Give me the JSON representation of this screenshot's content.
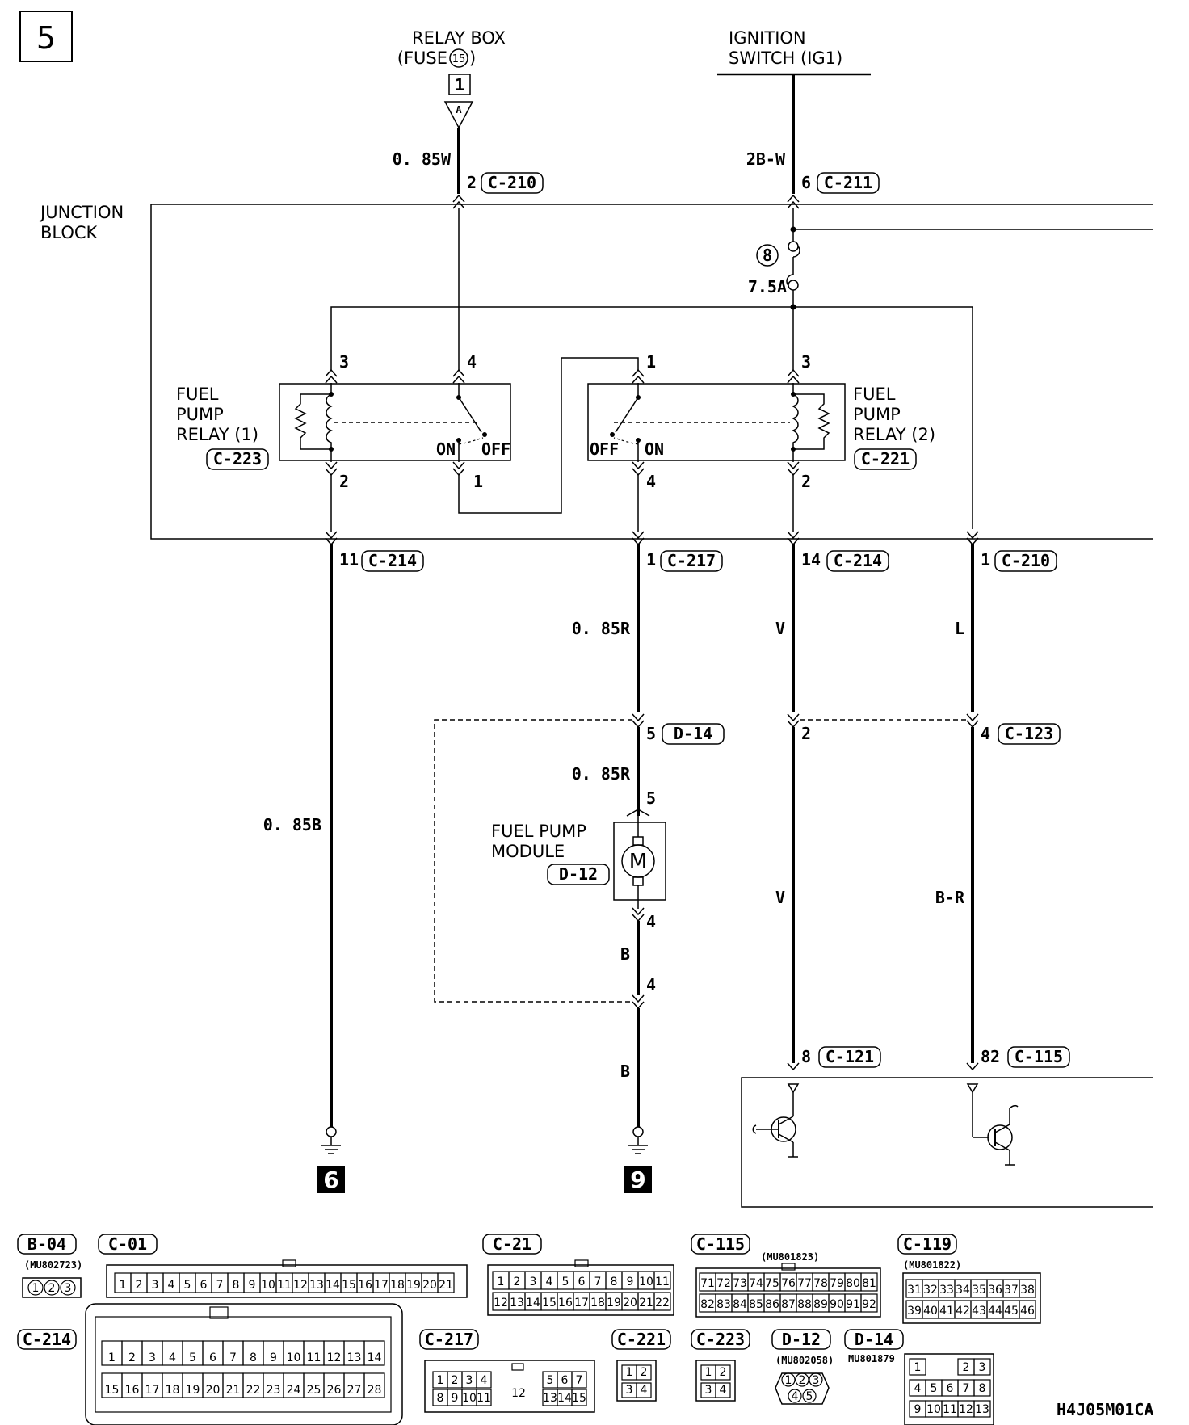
{
  "page_number": "5",
  "relay_box": {
    "line1": "RELAY BOX",
    "line2_prefix": "(FUSE ",
    "fuse_no": "15",
    "line2_suffix": ")",
    "pin": "1",
    "connector_letter": "A"
  },
  "ignition": {
    "line1": "IGNITION",
    "line2": "SWITCH (IG1)"
  },
  "junction_block": {
    "line1": "JUNCTION",
    "line2": "BLOCK"
  },
  "fuse": {
    "number": "8",
    "rating": "7.5A"
  },
  "wires": {
    "w1": "0. 85W",
    "w2": "2B-W",
    "w3": "0. 85R",
    "w4": "V",
    "w5": "L",
    "w6": "0. 85R",
    "w7": "0. 85B",
    "w8": "V",
    "w9": "B-R",
    "w10": "B",
    "w11": "B"
  },
  "pins": {
    "p_c210_top": "2",
    "p_c211": "6",
    "r1_coil_top": "3",
    "r1_sw_top": "4",
    "r1_coil_bot": "2",
    "r1_sw_bot": "1",
    "r2_sw_top": "1",
    "r2_coil_top": "3",
    "r2_sw_bot": "4",
    "r2_coil_bot": "2",
    "p_c214_a": "11",
    "p_c217": "1",
    "p_c214_b": "14",
    "p_c210_b": "1",
    "p_d14": "5",
    "p_c123_v": "2",
    "p_c123": "4",
    "pump_top": "5",
    "pump_bot": "4",
    "pump_conn_bot": "4",
    "p_c121": "8",
    "p_c115": "82"
  },
  "connectors": {
    "c210_top": "C-210",
    "c211": "C-211",
    "c223": "C-223",
    "c221": "C-221",
    "c214_a": "C-214",
    "c217": "C-217",
    "c214_b": "C-214",
    "c210_b": "C-210",
    "d14": "D-14",
    "c123": "C-123",
    "d12": "D-12",
    "c121": "C-121",
    "c115": "C-115"
  },
  "relay1": {
    "line1": "FUEL",
    "line2": "PUMP",
    "line3": "RELAY (1)",
    "on": "ON",
    "off": "OFF"
  },
  "relay2": {
    "line1": "FUEL",
    "line2": "PUMP",
    "line3": "RELAY (2)",
    "on": "ON",
    "off": "OFF"
  },
  "pump": {
    "line1": "FUEL PUMP",
    "line2": "MODULE",
    "motor": "M"
  },
  "grounds": {
    "g1": "6",
    "g2": "9"
  },
  "legend": {
    "b04": {
      "name": "B-04",
      "part": "(MU802723)",
      "pins": [
        "1",
        "2",
        "3"
      ]
    },
    "c01": {
      "name": "C-01",
      "pins": [
        "1",
        "2",
        "3",
        "4",
        "5",
        "6",
        "7",
        "8",
        "9",
        "10",
        "11",
        "12",
        "13",
        "14",
        "15",
        "16",
        "17",
        "18",
        "19",
        "20",
        "21"
      ]
    },
    "c21": {
      "name": "C-21",
      "row1": [
        "1",
        "2",
        "3",
        "4",
        "5",
        "6",
        "7",
        "8",
        "9",
        "10",
        "11"
      ],
      "row2": [
        "12",
        "13",
        "14",
        "15",
        "16",
        "17",
        "18",
        "19",
        "20",
        "21",
        "22"
      ]
    },
    "c115": {
      "name": "C-115",
      "part": "(MU801823)",
      "row1": [
        "71",
        "72",
        "73",
        "74",
        "75",
        "76",
        "77",
        "78",
        "79",
        "80",
        "81"
      ],
      "row2": [
        "82",
        "83",
        "84",
        "85",
        "86",
        "87",
        "88",
        "89",
        "90",
        "91",
        "92"
      ]
    },
    "c119": {
      "name": "C-119",
      "part": "(MU801822)",
      "row1": [
        "31",
        "32",
        "33",
        "34",
        "35",
        "36",
        "37",
        "38"
      ],
      "row2": [
        "39",
        "40",
        "41",
        "42",
        "43",
        "44",
        "45",
        "46"
      ]
    },
    "c214": {
      "name": "C-214",
      "row1": [
        "1",
        "2",
        "3",
        "4",
        "5",
        "6",
        "7",
        "8",
        "9",
        "10",
        "11",
        "12",
        "13",
        "14"
      ],
      "row2": [
        "15",
        "16",
        "17",
        "18",
        "19",
        "20",
        "21",
        "22",
        "23",
        "24",
        "25",
        "26",
        "27",
        "28"
      ]
    },
    "c217": {
      "name": "C-217",
      "row1": [
        "1",
        "2",
        "3",
        "4",
        "5",
        "6",
        "7"
      ],
      "row2": [
        "8",
        "9",
        "10",
        "11",
        "13",
        "14",
        "15"
      ],
      "center": "12"
    },
    "c221": {
      "name": "C-221",
      "pins": [
        "1",
        "2",
        "3",
        "4"
      ]
    },
    "c223": {
      "name": "C-223",
      "pins": [
        "1",
        "2",
        "3",
        "4"
      ]
    },
    "d12": {
      "name": "D-12",
      "part": "(MU802058)",
      "pins": [
        "1",
        "2",
        "3",
        "4",
        "5"
      ]
    },
    "d14": {
      "name": "D-14",
      "part": "MU801879",
      "row1": [
        "1",
        "2",
        "3"
      ],
      "row2": [
        "4",
        "5",
        "6",
        "7",
        "8"
      ],
      "row3": [
        "9",
        "10",
        "11",
        "12",
        "13"
      ]
    }
  },
  "doc_code": "H4J05M01CA"
}
